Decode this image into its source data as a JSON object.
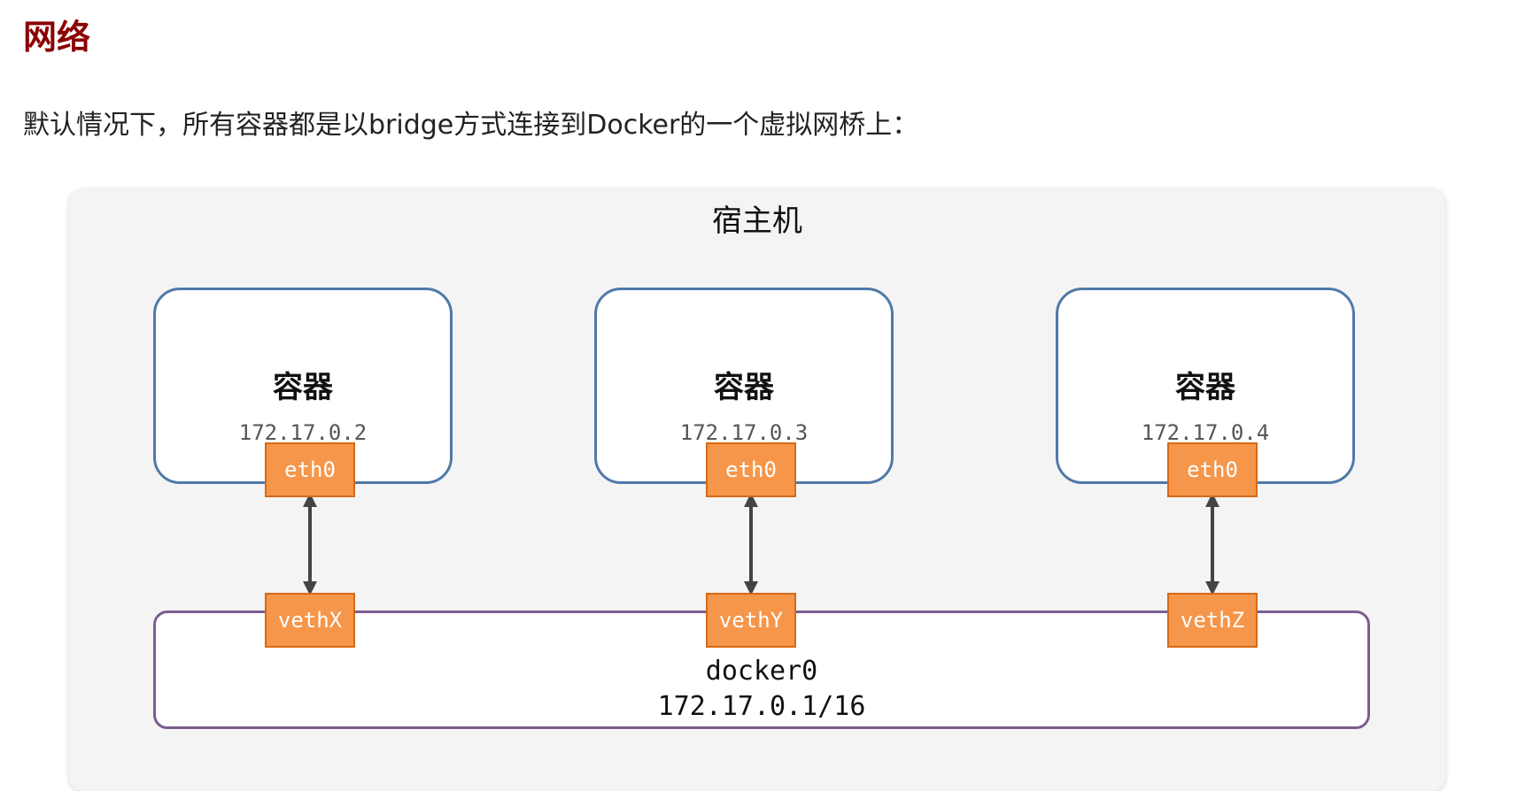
{
  "page": {
    "heading": "网络",
    "intro": "默认情况下，所有容器都是以bridge方式连接到Docker的一个虚拟网桥上："
  },
  "diagram": {
    "host_label": "宿主机",
    "containers": [
      {
        "label": "容器",
        "ip": "172.17.0.2",
        "iface": "eth0"
      },
      {
        "label": "容器",
        "ip": "172.17.0.3",
        "iface": "eth0"
      },
      {
        "label": "容器",
        "ip": "172.17.0.4",
        "iface": "eth0"
      }
    ],
    "veths": [
      "vethX",
      "vethY",
      "vethZ"
    ],
    "bridge": {
      "name": "docker0",
      "ip": "172.17.0.1/16"
    }
  },
  "colors": {
    "heading": "#8b0000",
    "container_border": "#4f79a8",
    "iface_fill": "#f5964a",
    "bridge_border": "#7a5d91",
    "arrow": "#444444"
  }
}
